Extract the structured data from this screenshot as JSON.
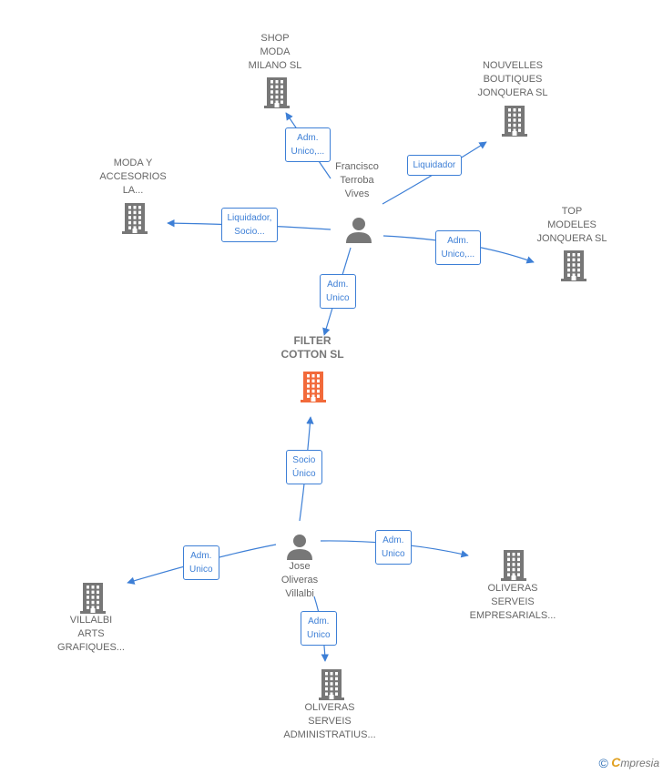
{
  "colors": {
    "company": "#777777",
    "highlight": "#f26a3a",
    "person": "#777777",
    "edge": "#3d7fd6"
  },
  "nodes": [
    {
      "id": "shop_moda_milano",
      "kind": "company",
      "label": "SHOP\nMODA\nMILANO  SL"
    },
    {
      "id": "nouvelles_boutiques",
      "kind": "company",
      "label": "NOUVELLES\nBOUTIQUES\nJONQUERA SL"
    },
    {
      "id": "moda_accesorios",
      "kind": "company",
      "label": "MODA Y\nACCESORIOS\nLA..."
    },
    {
      "id": "top_modeles",
      "kind": "company",
      "label": "TOP\nMODELES\nJONQUERA  SL"
    },
    {
      "id": "francisco",
      "kind": "person",
      "label": "Francisco\nTerroba\nVives"
    },
    {
      "id": "filter_cotton",
      "kind": "company",
      "highlight": true,
      "label": "FILTER\nCOTTON  SL"
    },
    {
      "id": "jose",
      "kind": "person",
      "label": "Jose\nOliveras\nVillalbi"
    },
    {
      "id": "villalbi_arts",
      "kind": "company",
      "label": "VILLALBI\nARTS\nGRAFIQUES..."
    },
    {
      "id": "oliveras_empresarials",
      "kind": "company",
      "label": "OLIVERAS\nSERVEIS\nEMPRESARIALS..."
    },
    {
      "id": "oliveras_administratius",
      "kind": "company",
      "label": "OLIVERAS\nSERVEIS\nADMINISTRATIUS..."
    }
  ],
  "edges": [
    {
      "from": "francisco",
      "to": "shop_moda_milano",
      "label": "Adm.\nUnico,..."
    },
    {
      "from": "francisco",
      "to": "nouvelles_boutiques",
      "label": "Liquidador"
    },
    {
      "from": "francisco",
      "to": "moda_accesorios",
      "label": "Liquidador,\nSocio..."
    },
    {
      "from": "francisco",
      "to": "top_modeles",
      "label": "Adm.\nUnico,..."
    },
    {
      "from": "francisco",
      "to": "filter_cotton",
      "label": "Adm.\nUnico"
    },
    {
      "from": "jose",
      "to": "filter_cotton",
      "label": "Socio\nÚnico"
    },
    {
      "from": "jose",
      "to": "villalbi_arts",
      "label": "Adm.\nUnico"
    },
    {
      "from": "jose",
      "to": "oliveras_empresarials",
      "label": "Adm.\nUnico"
    },
    {
      "from": "jose",
      "to": "oliveras_administratius",
      "label": "Adm.\nUnico"
    }
  ],
  "footer": {
    "copyright": "©",
    "brand_initial": "C",
    "brand_rest": "mpresia"
  }
}
